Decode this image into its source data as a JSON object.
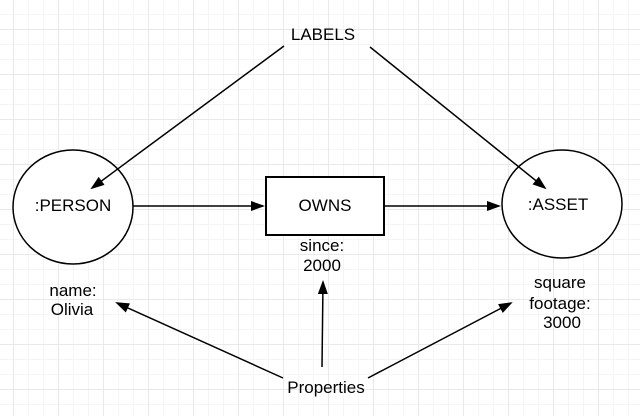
{
  "diagram": {
    "labels_caption": "LABELS",
    "properties_caption": "Properties",
    "person_node": {
      "label": ":PERSON",
      "property_lines": [
        "name:",
        "Olivia"
      ]
    },
    "relationship": {
      "label": "OWNS",
      "property_lines": [
        "since:",
        "2000"
      ]
    },
    "asset_node": {
      "label": ":ASSET",
      "property_lines": [
        "square",
        "footage:",
        "3000"
      ]
    }
  },
  "colors": {
    "stroke": "#000000",
    "text": "#000000",
    "shape_fill": "#ffffff",
    "background": "#ffffff",
    "grid_minor": "#f5f5f5",
    "grid_major": "#e9e9e9"
  }
}
